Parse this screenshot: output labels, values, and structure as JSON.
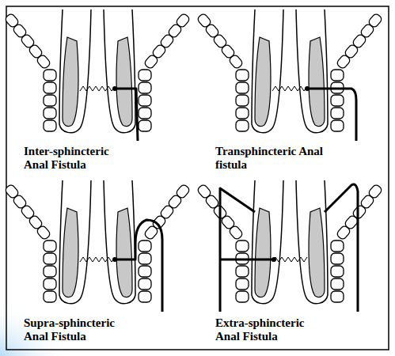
{
  "diagram": {
    "labels": [
      "Inter-sphincteric Anal Fistula",
      "Transphincteric Anal fistula",
      "Supra-sphincteric Anal Fistula",
      "Extra-sphincteric Anal Fistula"
    ]
  }
}
